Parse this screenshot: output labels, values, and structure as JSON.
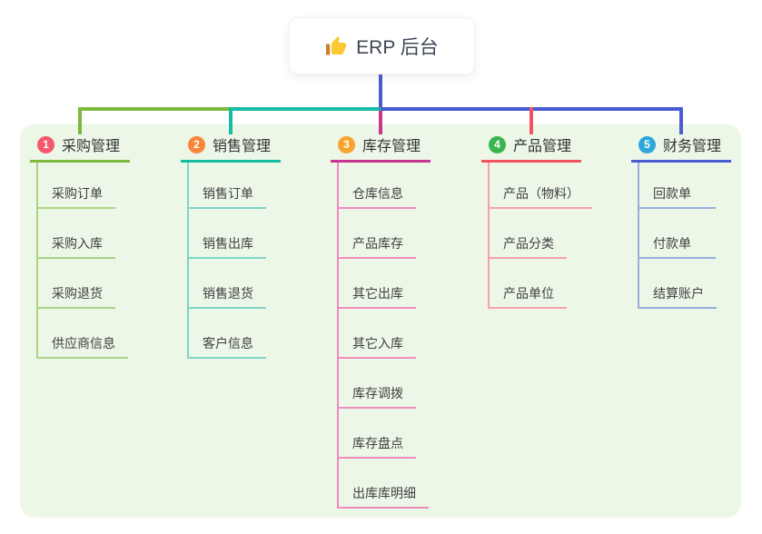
{
  "root": {
    "title": "ERP 后台",
    "icon": "thumbs-up-icon",
    "icon_colors": {
      "hand": "#FBCA33",
      "sleeve": "#C77F2F"
    }
  },
  "panel_color": "#ecf7e8",
  "connector_root_color": "#4A5BD4",
  "branches": [
    {
      "index": "1",
      "title": "采购管理",
      "badge_color": "#F4586C",
      "line_color": "#7CB93E",
      "light_color": "#ABD487",
      "children": [
        "采购订单",
        "采购入库",
        "采购退货",
        "供应商信息"
      ]
    },
    {
      "index": "2",
      "title": "销售管理",
      "badge_color": "#F8863B",
      "line_color": "#17BBA4",
      "light_color": "#7FD5C5",
      "children": [
        "销售订单",
        "销售出库",
        "销售退货",
        "客户信息"
      ]
    },
    {
      "index": "3",
      "title": "库存管理",
      "badge_color": "#F6A42C",
      "line_color": "#C93590",
      "light_color": "#F08CBE",
      "children": [
        "仓库信息",
        "产品库存",
        "其它出库",
        "其它入库",
        "库存调拨",
        "库存盘点",
        "出库库明细"
      ]
    },
    {
      "index": "4",
      "title": "产品管理",
      "badge_color": "#3CB550",
      "line_color": "#F4505F",
      "light_color": "#F9A0A8",
      "children": [
        "产品（物料）",
        "产品分类",
        "产品单位"
      ]
    },
    {
      "index": "5",
      "title": "财务管理",
      "badge_color": "#2FA6DB",
      "line_color": "#4A5BD4",
      "light_color": "#98AEDC",
      "children": [
        "回款单",
        "付款单",
        "结算账户"
      ]
    }
  ]
}
